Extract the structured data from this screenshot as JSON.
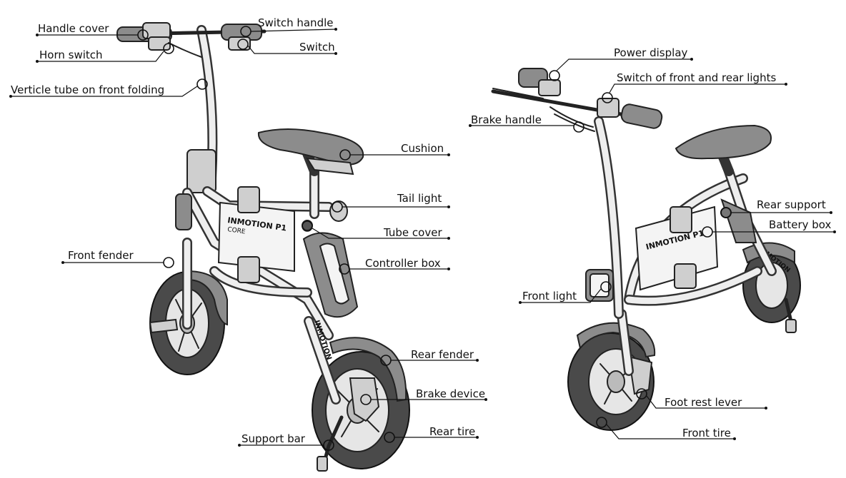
{
  "left_view": {
    "labels": [
      "Handle cover",
      "Switch handle",
      "Switch",
      "Horn switch",
      "Verticle tube on front folding",
      "Cushion",
      "Tail light",
      "Tube cover",
      "Controller box",
      "Front fender",
      "Rear fender",
      "Brake device",
      "Rear tire",
      "Support bar"
    ],
    "brand_text": "INMOTION P1",
    "model_text": "CORE",
    "tube_text": "INMOTION"
  },
  "right_view": {
    "labels": [
      "Power display",
      "Switch of front and rear lights",
      "Brake handle",
      "Rear support",
      "Battery box",
      "Front light",
      "Foot rest lever",
      "Front tire"
    ],
    "brand_text": "INMOTION P1",
    "fender_text": "INMOTION"
  }
}
